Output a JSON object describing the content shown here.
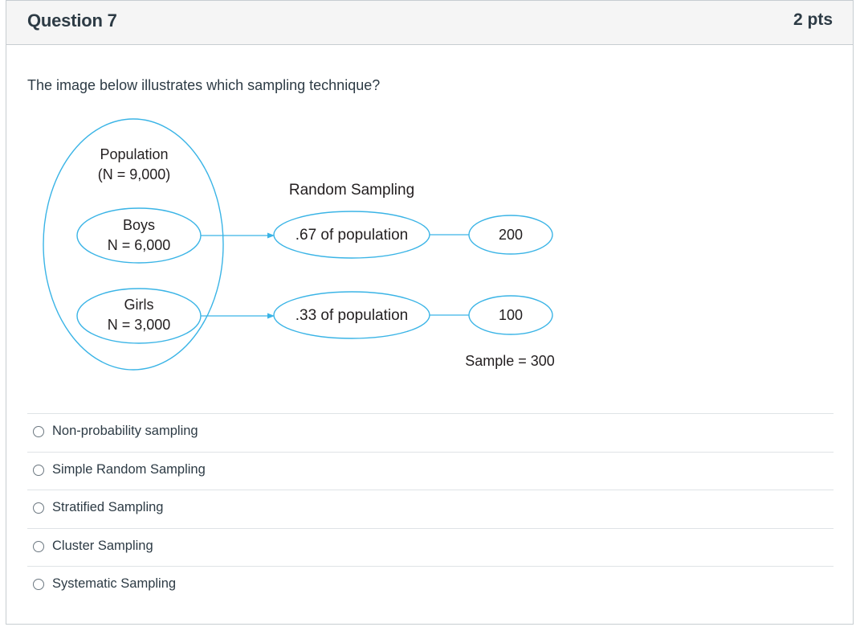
{
  "question": {
    "title": "Question 7",
    "points": "2 pts",
    "text": "The image below illustrates which sampling technique?"
  },
  "diagram": {
    "population_label": "Population",
    "population_n": "(N = 9,000)",
    "method_label": "Random Sampling",
    "boys_label": "Boys",
    "boys_n": "N = 6,000",
    "girls_label": "Girls",
    "girls_n": "N = 3,000",
    "boys_fraction": ".67 of population",
    "girls_fraction": ".33 of population",
    "boys_sample": "200",
    "girls_sample": "100",
    "sample_total": "Sample = 300",
    "colors": {
      "outline": "#3ab4e6",
      "text": "#231f20"
    }
  },
  "answers": [
    {
      "label": "Non-probability sampling"
    },
    {
      "label": "Simple Random Sampling"
    },
    {
      "label": "Stratified Sampling"
    },
    {
      "label": "Cluster Sampling"
    },
    {
      "label": "Systematic Sampling"
    }
  ]
}
